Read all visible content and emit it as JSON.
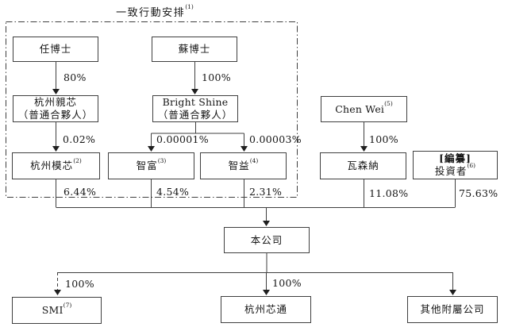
{
  "diagram": {
    "title": {
      "text": "一致行動安排",
      "note": "(1)"
    },
    "nodes": {
      "ren": {
        "label": "任博士"
      },
      "su": {
        "label": "蘇博士"
      },
      "qinxin": {
        "line1": "杭州親芯",
        "line2": "（普通合夥人）"
      },
      "bright_shine": {
        "line1": "Bright Shine",
        "line2": "（普通合夥人）"
      },
      "chen_wei": {
        "label": "Chen Wei",
        "note": "(5)"
      },
      "moxin": {
        "label": "杭州模芯",
        "note": "(2)"
      },
      "zhifu": {
        "label": "智富",
        "note": "(3)"
      },
      "zhiyi": {
        "label": "智益",
        "note": "(4)"
      },
      "wassenaar": {
        "label": "瓦森納"
      },
      "investors": {
        "line1": "[編纂]",
        "line2": "投資者",
        "note": "(6)"
      },
      "company": {
        "label": "本公司"
      },
      "smi": {
        "label": "SMI",
        "note": "(7)"
      },
      "xintong": {
        "label": "杭州芯通"
      },
      "other_subs": {
        "label": "其他附屬公司"
      }
    },
    "edges": {
      "ren_to_qinxin": "80%",
      "su_to_bright_shine": "100%",
      "qinxin_to_moxin": "0.02%",
      "bright_shine_to_zhifu": "0.00001%",
      "bright_shine_to_zhiyi": "0.00003%",
      "chen_wei_to_wassenaar": "100%",
      "moxin_to_company": "6.44%",
      "zhifu_to_company": "4.54%",
      "zhiyi_to_company": "2.31%",
      "wassenaar_to_company": "11.08%",
      "investors_to_company": "75.63%",
      "company_to_smi": "100%",
      "company_to_xintong": "100%"
    },
    "colors": {
      "line": "#3f3f3f",
      "text": "#151515",
      "background": "#ffffff"
    }
  }
}
